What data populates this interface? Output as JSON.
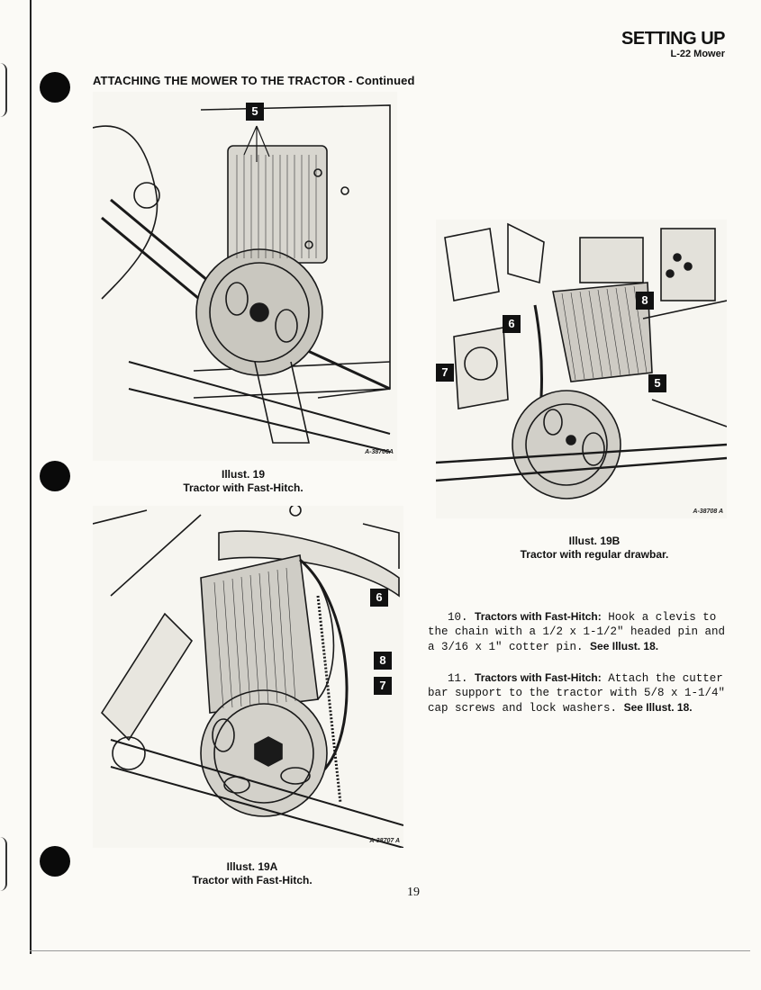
{
  "header": {
    "title": "SETTING UP",
    "subtitle": "L-22 Mower"
  },
  "section_title": "ATTACHING THE MOWER TO THE TRACTOR - Continued",
  "figures": [
    {
      "caption_number": "Illust. 19",
      "caption_text": "Tractor with Fast-Hitch.",
      "part_number": "A-38706A",
      "callouts": [
        "5"
      ]
    },
    {
      "caption_number": "Illust. 19A",
      "caption_text": "Tractor with Fast-Hitch.",
      "part_number": "A-38707 A",
      "callouts": [
        "6",
        "8",
        "7"
      ]
    },
    {
      "caption_number": "Illust. 19B",
      "caption_text": "Tractor with regular drawbar.",
      "part_number": "A-38708 A",
      "callouts": [
        "8",
        "6",
        "7",
        "5"
      ]
    }
  ],
  "steps": [
    {
      "number": "10.",
      "lead": "Tractors with Fast-Hitch:",
      "line1": "Hook a clevis to",
      "line2": "the chain with a 1/2 x 1-1/2\" headed pin and",
      "line3": "a 3/16 x 1\" cotter pin.",
      "ref": "See Illust. 18."
    },
    {
      "number": "11.",
      "lead": "Tractors with Fast-Hitch:",
      "line1": "Attach the cutter",
      "line2": "bar support to the tractor with 5/8 x 1-1/4\"",
      "line3": "cap screws and lock washers.",
      "ref": "See Illust. 18."
    }
  ],
  "page_number": "19"
}
